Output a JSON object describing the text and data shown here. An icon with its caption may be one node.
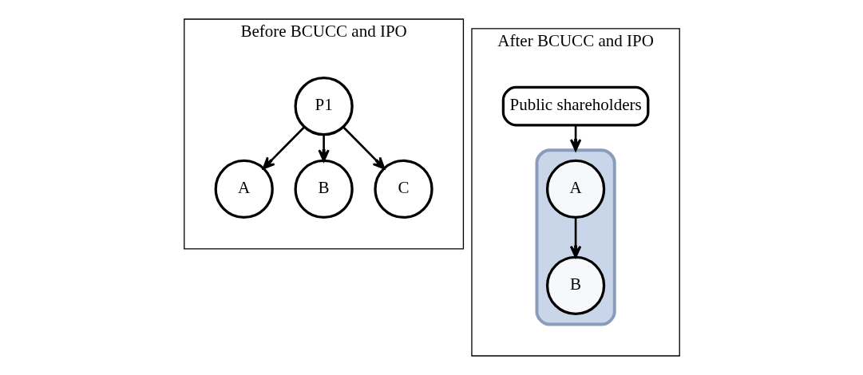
{
  "diagram": {
    "nodes": [
      {
        "text": [
          "Before BCUCC and IPO"
        ]
      },
      {
        "text": [
          "P1"
        ],
        "in": 0
      },
      {
        "text": [
          "A"
        ],
        "in": 0
      },
      {
        "text": [
          "B"
        ],
        "in": 0
      },
      {
        "text": [
          "C"
        ],
        "in": 0
      },
      {
        "text": [
          "After BCUCC and IPO"
        ]
      },
      {
        "text": [
          "Public shareholders"
        ],
        "in": 5
      },
      {
        "text": [],
        "shape": "box",
        "in": 5
      },
      {
        "text": [
          "A"
        ],
        "in": 7
      },
      {
        "text": [
          "B"
        ],
        "in": 7
      }
    ],
    "edges": [
      {
        "from": 1,
        "to": 2,
        "arrow": "to"
      },
      {
        "from": 1,
        "to": 3,
        "arrow": "to"
      },
      {
        "from": 1,
        "to": 4,
        "arrow": "to"
      },
      {
        "from": 6,
        "to": 7,
        "arrow": "to"
      },
      {
        "from": 8,
        "to": 9,
        "arrow": "to"
      }
    ]
  }
}
